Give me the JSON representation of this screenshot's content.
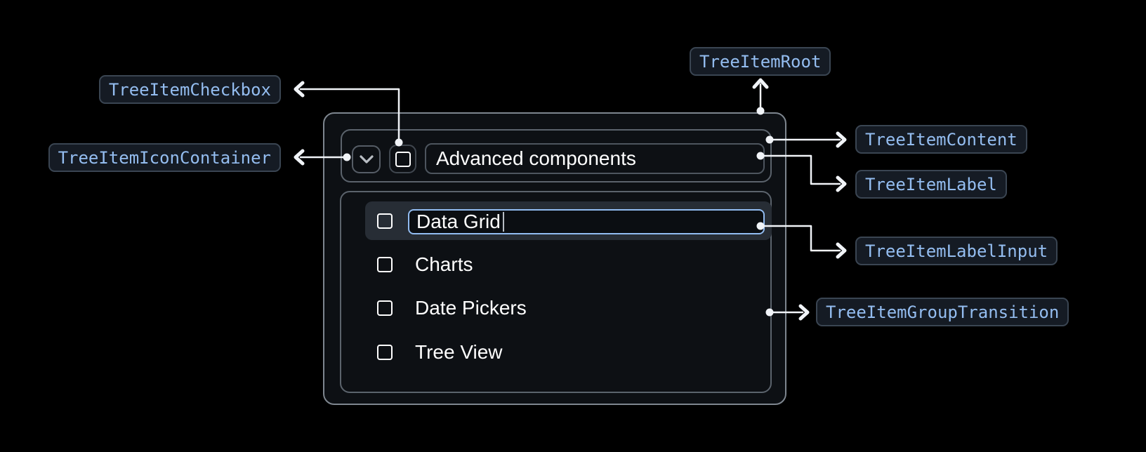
{
  "annotations": {
    "root": {
      "label": "TreeItemRoot"
    },
    "checkbox": {
      "label": "TreeItemCheckbox"
    },
    "icon_container": {
      "label": "TreeItemIconContainer"
    },
    "content": {
      "label": "TreeItemContent"
    },
    "item_label": {
      "label": "TreeItemLabel"
    },
    "label_input": {
      "label": "TreeItemLabelInput"
    },
    "group_transition": {
      "label": "TreeItemGroupTransition"
    }
  },
  "tree": {
    "parent": {
      "label": "Advanced components",
      "expanded": true,
      "checked": false
    },
    "children": [
      {
        "label": "Data Grid",
        "checked": false,
        "editing": true,
        "input_value": "Data Grid"
      },
      {
        "label": "Charts",
        "checked": false
      },
      {
        "label": "Date Pickers",
        "checked": false
      },
      {
        "label": "Tree View",
        "checked": false
      }
    ]
  },
  "icons": {
    "expand_icon": "chevron-down-icon",
    "checkbox_icon": "checkbox-unchecked-icon"
  },
  "colors": {
    "page_bg": "#000000",
    "panel_bg": "#0d1014",
    "panel_border": "#7e868f",
    "box_border": "#5b636c",
    "control_border": "#4d555e",
    "chip_bg": "#151b24",
    "chip_border": "#3a4552",
    "chip_text": "#94bdf0",
    "connector": "#f1f4f8",
    "row_highlight": "#272d35",
    "input_border": "#92bcf1",
    "input_bg": "#0b0e12",
    "text": "#ffffff"
  }
}
